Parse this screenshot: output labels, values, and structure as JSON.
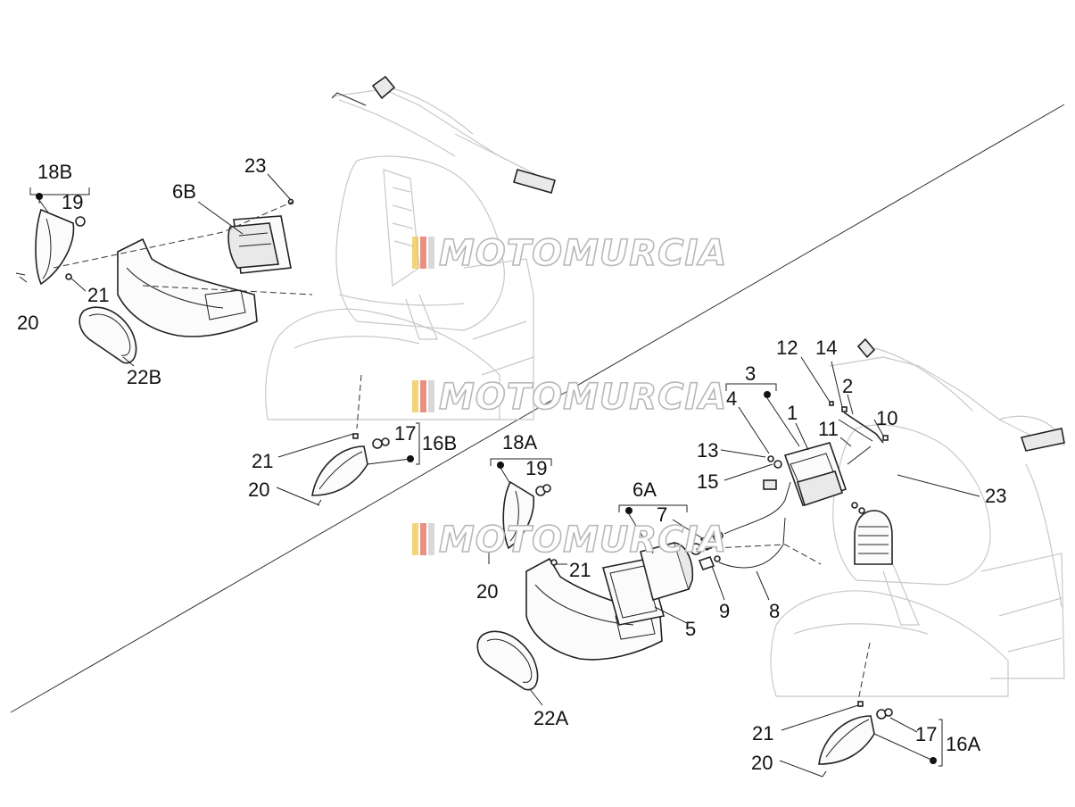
{
  "diagram": {
    "watermark": "MOTOMURCIA",
    "labels": {
      "l18B": "18B",
      "l19a": "19",
      "l6B": "6B",
      "l23a": "23",
      "l20a": "20",
      "l21a": "21",
      "l22B": "22B",
      "l21b": "21",
      "l17a": "17",
      "l16B": "16B",
      "l20b": "20",
      "l18A": "18A",
      "l19b": "19",
      "l20c": "20",
      "l21c": "21",
      "l6A": "6A",
      "l7": "7",
      "l5": "5",
      "l9": "9",
      "l8": "8",
      "l22A": "22A",
      "l3": "3",
      "l4": "4",
      "l1": "1",
      "l12": "12",
      "l14": "14",
      "l2": "2",
      "l11": "11",
      "l10": "10",
      "l13": "13",
      "l15": "15",
      "l23b": "23",
      "l21d": "21",
      "l17b": "17",
      "l16A": "16A",
      "l20d": "20"
    }
  }
}
